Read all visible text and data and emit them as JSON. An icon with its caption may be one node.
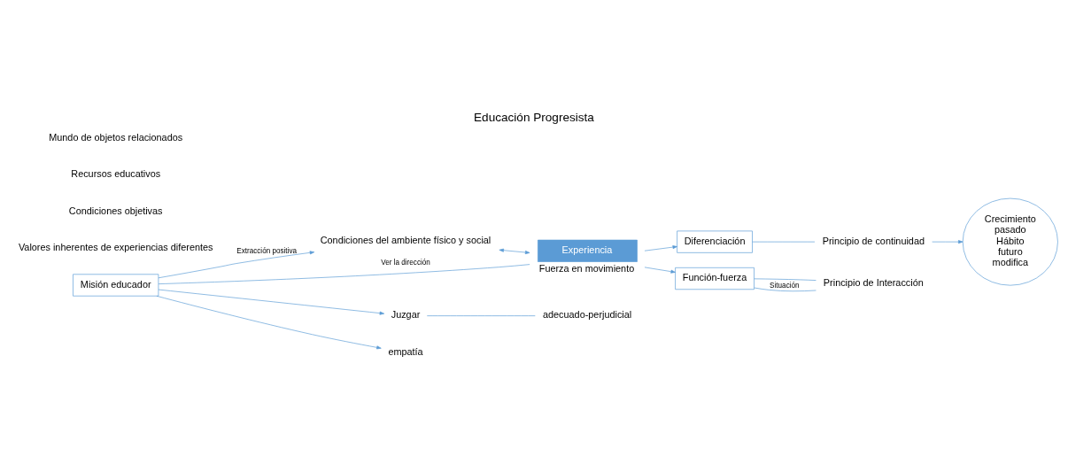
{
  "diagram": {
    "title": "Educación Progresista",
    "nodes": [
      {
        "text": [
          "Condiciones del ambiente físico y social"
        ]
      },
      {
        "text": [
          "Experiencia"
        ],
        "beside": [
          "Fuerza en movimiento"
        ]
      },
      {
        "text": [
          "Diferenciación"
        ]
      },
      {
        "text": [
          "Principio de continuidad"
        ]
      },
      {
        "text": [
          "Crecimiento",
          "pasado",
          "Hábito",
          "futuro",
          "modifica"
        ]
      },
      {
        "text": [
          "Función-fuerza"
        ]
      },
      {
        "text": [
          "Principio de Interacción"
        ]
      },
      {
        "text": [
          "Misión educador"
        ]
      },
      {
        "text": [
          "Juzgar"
        ]
      },
      {
        "text": [
          "adecuado-perjudicial"
        ]
      },
      {
        "text": [
          "empatía"
        ]
      }
    ],
    "edges": [
      {
        "from": 0,
        "to": 1,
        "arrow": "both"
      },
      {
        "from": 7,
        "to": 0,
        "arrow": "to",
        "label": "Extracción positiva"
      },
      {
        "from": 7,
        "to": 1,
        "arrow": "none",
        "label": "Ver la dirección"
      },
      {
        "from": 1,
        "to": 2,
        "arrow": "to"
      },
      {
        "from": 1,
        "to": 5,
        "arrow": "to"
      },
      {
        "from": 2,
        "to": 3,
        "arrow": "none"
      },
      {
        "from": 3,
        "to": 4,
        "arrow": "to"
      },
      {
        "from": 5,
        "to": 6,
        "arrow": "none"
      },
      {
        "from": 5,
        "to": 6,
        "arrow": "none",
        "label": "Situación"
      },
      {
        "from": 7,
        "to": 8,
        "arrow": "to"
      },
      {
        "from": 8,
        "to": 9,
        "arrow": "none"
      },
      {
        "from": 7,
        "to": 10,
        "arrow": "to"
      }
    ],
    "labels": [
      "Valores inherentes de experiencias diferentes",
      "Condiciones objetivas",
      "Recursos educativos",
      "Mundo de objetos relacionados"
    ]
  }
}
